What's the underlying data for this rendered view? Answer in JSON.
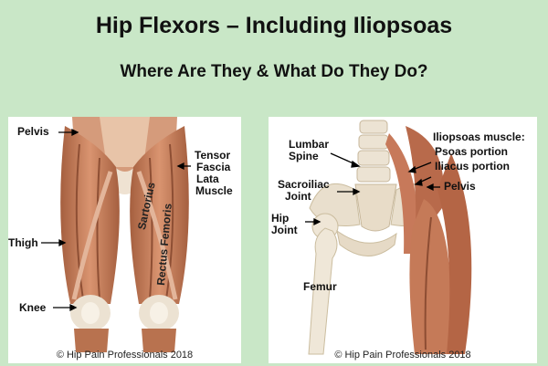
{
  "header": {
    "title": "Hip Flexors – Including Iliopsoas",
    "subtitle": "Where Are They & What Do They Do?"
  },
  "left_panel": {
    "labels": {
      "pelvis": "Pelvis",
      "thigh": "Thigh",
      "knee": "Knee",
      "tensor": "Tensor",
      "fascia": "Fascia",
      "lata": "Lata",
      "muscle": "Muscle",
      "sartorius": "Sartorius",
      "rectus_femoris": "Rectus Femoris"
    },
    "copyright": "© Hip Pain Professionals 2018"
  },
  "right_panel": {
    "labels": {
      "lumbar": "Lumbar",
      "spine": "Spine",
      "sacroiliac": "Sacroiliac",
      "joint_si": "Joint",
      "hip": "Hip",
      "joint_hip": "Joint",
      "femur": "Femur",
      "iliopsoas": "Iliopsoas muscle:",
      "psoas": "Psoas portion",
      "iliacus": "Iliacus portion",
      "pelvis": "Pelvis"
    },
    "copyright": "© Hip Pain Professionals 2018"
  },
  "colors": {
    "background": "#c9e7c7",
    "muscle": "#c9825d",
    "muscle_dark": "#a55f3f",
    "bone": "#eee6d6"
  }
}
